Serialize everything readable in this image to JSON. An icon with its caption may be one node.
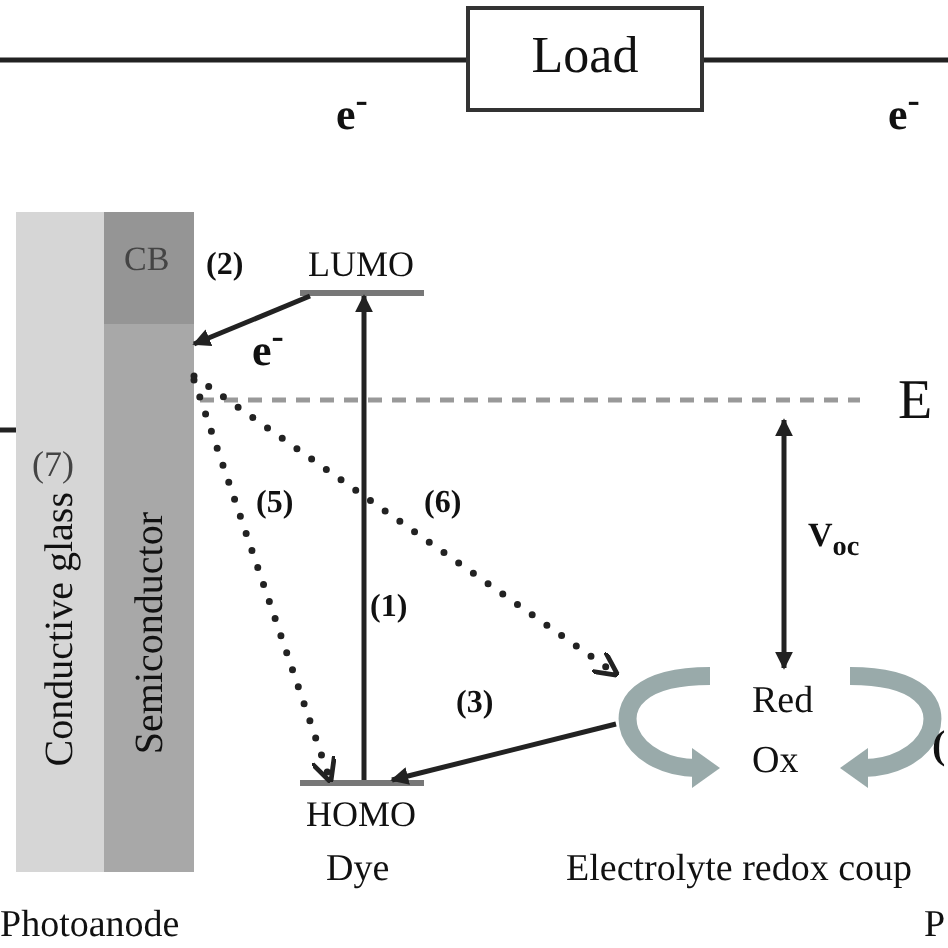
{
  "diagram": {
    "nodes": [
      {
        "text": [
          "Load"
        ]
      },
      {
        "text": [
          "Conductive glass"
        ]
      },
      {
        "text": [
          "Semiconductor"
        ]
      },
      {
        "text": [
          "CB"
        ],
        "in": 2
      },
      {
        "text": [
          "LUMO"
        ]
      },
      {
        "text": [
          "HOMO"
        ]
      },
      {
        "text": [
          "Red",
          "Ox"
        ]
      }
    ],
    "edges": [
      {
        "from": null,
        "to": 0,
        "arrow": "none"
      },
      {
        "from": 0,
        "to": null,
        "arrow": "none"
      },
      {
        "from": null,
        "to": 1,
        "arrow": "none"
      },
      {
        "from": 5,
        "to": 4,
        "arrow": "to",
        "label": "(1)"
      },
      {
        "from": 4,
        "to": 2,
        "arrow": "to",
        "label": "(2)"
      },
      {
        "from": 2,
        "to": 5,
        "arrow": "to",
        "label": "(5)",
        "style": "dashed"
      },
      {
        "from": 2,
        "to": 6,
        "arrow": "to",
        "label": "(6)",
        "style": "dashed"
      },
      {
        "from": 6,
        "to": 5,
        "arrow": "to",
        "label": "(3)"
      }
    ],
    "labels": [
      "e$^{-}$",
      "e$^{-}$",
      "e$^{-}$",
      "(7)",
      "E",
      "V$_{oc}$",
      "(",
      "Dye",
      "Electrolyte redox coup",
      "Photoanode",
      "P"
    ]
  }
}
